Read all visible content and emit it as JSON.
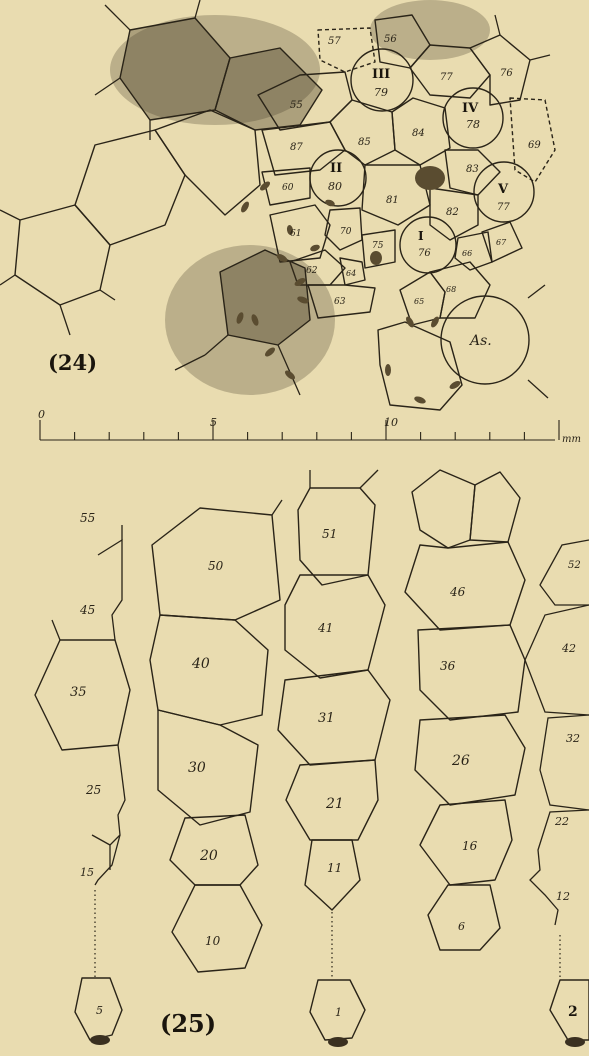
{
  "figure_24": {
    "label": "(24)",
    "areoles": {
      "a57": "57",
      "a56": "56",
      "a77": "77",
      "a76": "76",
      "a55": "55",
      "a79": "79",
      "a78": "78",
      "a69": "69",
      "a87": "87",
      "a85": "85",
      "a84": "84",
      "a83": "83",
      "a60": "60",
      "a80": "80",
      "a81": "81",
      "a82": "82",
      "a77b": "77",
      "a61": "61",
      "a70": "70",
      "a75": "75",
      "a76b": "76",
      "a66": "66",
      "a67": "67",
      "a62": "62",
      "a63": "63",
      "a64": "64",
      "a65": "65",
      "a68": "68",
      "as": "As."
    },
    "roman": {
      "i": "I",
      "ii": "II",
      "iii": "III",
      "iv": "IV",
      "v": "V"
    },
    "scale": {
      "t0": "0",
      "t5": "5",
      "t10": "10",
      "unit": "mm"
    }
  },
  "figure_25": {
    "label": "(25)",
    "col1": {
      "a55top": "55",
      "a45": "45",
      "a35": "35",
      "a25": "25",
      "a15": "15",
      "a5": "5"
    },
    "col2": {
      "a50": "50",
      "a40": "40",
      "a30": "30",
      "a20": "20",
      "a10": "10"
    },
    "col3": {
      "a51": "51",
      "a41": "41",
      "a31": "31",
      "a21": "21",
      "a11": "11",
      "a1": "1"
    },
    "col4": {
      "a46": "46",
      "a36": "36",
      "a26": "26",
      "a16": "16",
      "a6": "6"
    },
    "col5": {
      "a52": "52",
      "a42": "42",
      "a32": "32",
      "a22": "22",
      "a12": "12",
      "a2": "2"
    }
  }
}
